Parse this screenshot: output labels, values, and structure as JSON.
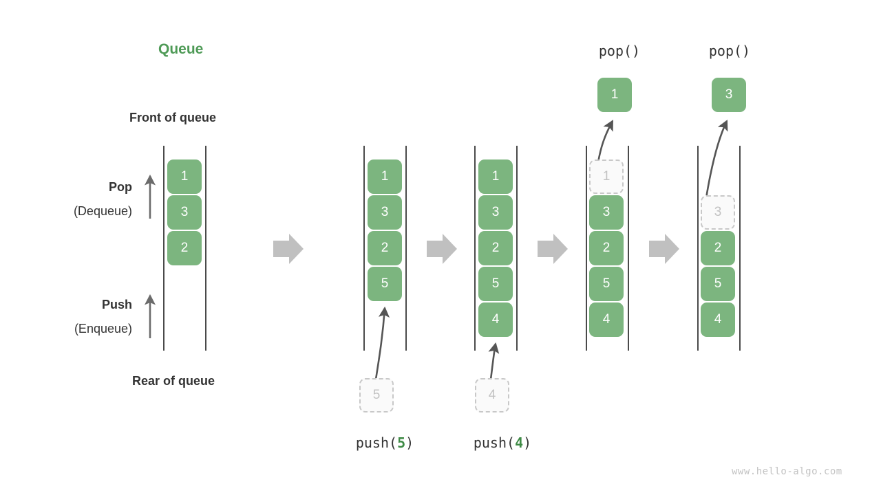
{
  "title": "Queue",
  "labels": {
    "front": "Front of queue",
    "rear": "Rear of queue",
    "pop_bold": "Pop",
    "pop_sub": "(Dequeue)",
    "push_bold": "Push",
    "push_sub": "(Enqueue)"
  },
  "colors": {
    "accent_green": "#4e9a56",
    "cell_green": "#7cb57f",
    "ghost_fill": "#fafafa",
    "ghost_border": "#c8c8c8",
    "ghost_text": "#c2c2c2",
    "rail": "#4a4a4a",
    "arrow_gray": "#c0c0c0",
    "curve_arrow": "#555555",
    "text": "#333333",
    "watermark": "#c3c3c3"
  },
  "watermark": "www.hello-algo.com",
  "steps": [
    {
      "id": "initial",
      "caption": null,
      "caption_arg": null,
      "cells": [
        "1",
        "3",
        "2"
      ],
      "incoming": null,
      "popped": null,
      "removed_index": null
    },
    {
      "id": "push-5",
      "caption": "push(",
      "caption_arg": "5",
      "caption_end": ")",
      "cells": [
        "1",
        "3",
        "2",
        "5"
      ],
      "incoming": "5",
      "popped": null,
      "removed_index": null
    },
    {
      "id": "push-4",
      "caption": "push(",
      "caption_arg": "4",
      "caption_end": ")",
      "cells": [
        "1",
        "3",
        "2",
        "5",
        "4"
      ],
      "incoming": "4",
      "popped": null,
      "removed_index": null
    },
    {
      "id": "pop-1",
      "caption": "pop()",
      "caption_arg": null,
      "cells": [
        "1",
        "3",
        "2",
        "5",
        "4"
      ],
      "incoming": null,
      "popped": "1",
      "removed_index": 0
    },
    {
      "id": "pop-3",
      "caption": "pop()",
      "caption_arg": null,
      "cells": [
        "3",
        "2",
        "5",
        "4"
      ],
      "incoming": null,
      "popped": "3",
      "removed_index": 0
    }
  ],
  "flow_arrows": 4
}
